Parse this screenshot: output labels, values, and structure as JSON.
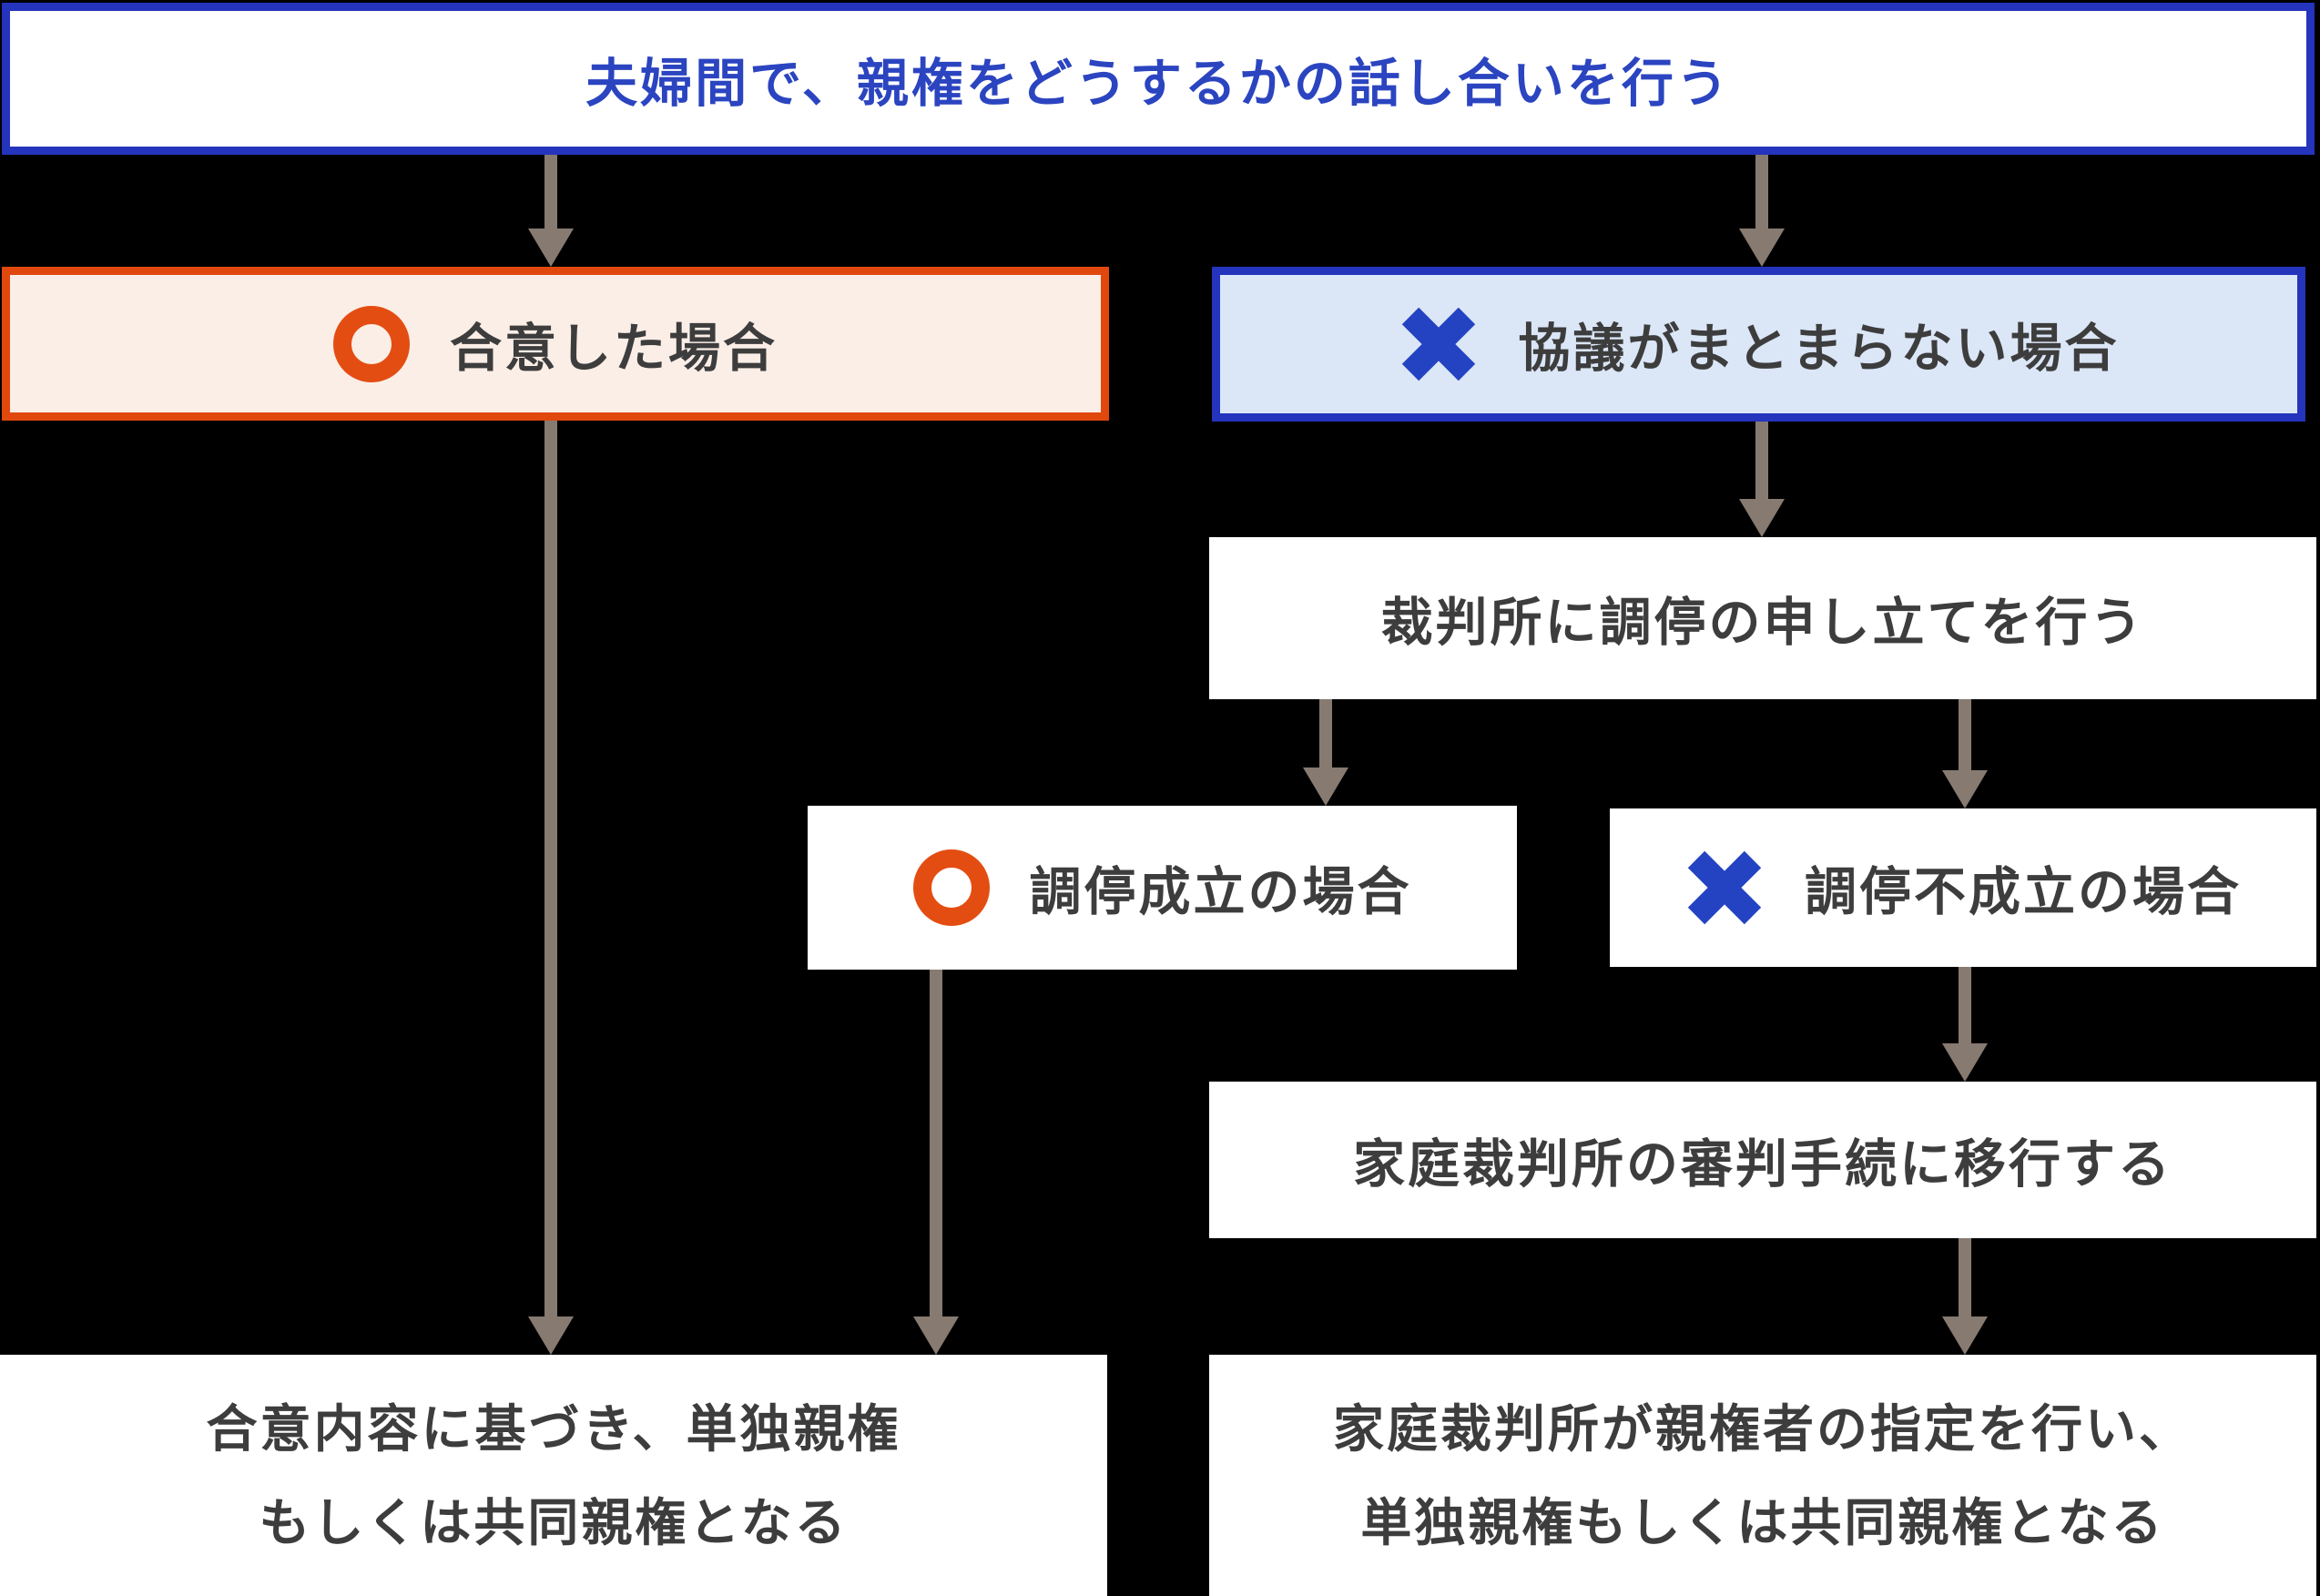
{
  "colors": {
    "page_bg": "#000000",
    "box_bg": "#ffffff",
    "blue_border": "#2434bd",
    "blue_text": "#2b44c0",
    "blue_fill": "#dbe6f7",
    "blue_icon": "#2443c2",
    "orange_border": "#e0480e",
    "orange_fill": "#fbeee7",
    "orange_icon": "#e44d12",
    "dark_text": "#3d3d3d",
    "arrow": "#877a70"
  },
  "flowchart": {
    "start": {
      "label": "夫婦間で、親権をどうするかの話し合いを行う"
    },
    "branch_agree": {
      "icon": "circle-icon",
      "label": "合意した場合"
    },
    "branch_disagree": {
      "icon": "cross-icon",
      "label": "協議がまとまらない場合"
    },
    "mediation": {
      "label": "裁判所に調停の申し立てを行う"
    },
    "mediation_success": {
      "icon": "circle-icon",
      "label": "調停成立の場合"
    },
    "mediation_failure": {
      "icon": "cross-icon",
      "label": "調停不成立の場合"
    },
    "trial": {
      "label": "家庭裁判所の審判手続に移行する"
    },
    "outcome_agree": {
      "line1": "合意内容に基づき、単独親権",
      "line2": "もしくは共同親権となる"
    },
    "outcome_court": {
      "line1": "家庭裁判所が親権者の指定を行い、",
      "line2": "単独親権もしくは共同親権となる"
    },
    "edges": [
      {
        "from": "start",
        "to": "branch_agree"
      },
      {
        "from": "start",
        "to": "branch_disagree"
      },
      {
        "from": "branch_disagree",
        "to": "mediation"
      },
      {
        "from": "mediation",
        "to": "mediation_success"
      },
      {
        "from": "mediation",
        "to": "mediation_failure"
      },
      {
        "from": "branch_agree",
        "to": "outcome_agree"
      },
      {
        "from": "mediation_success",
        "to": "outcome_agree"
      },
      {
        "from": "mediation_failure",
        "to": "trial"
      },
      {
        "from": "trial",
        "to": "outcome_court"
      }
    ]
  }
}
